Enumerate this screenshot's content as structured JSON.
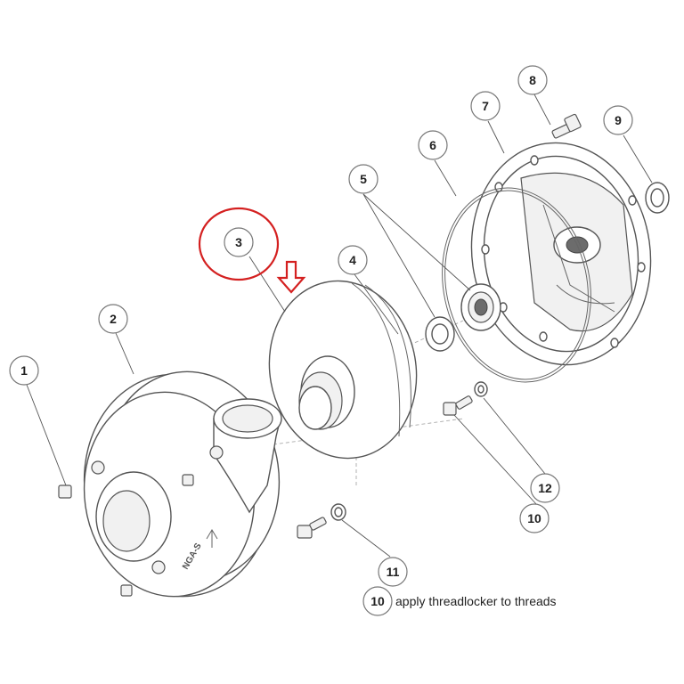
{
  "callouts": [
    {
      "id": "1",
      "label": "1"
    },
    {
      "id": "2",
      "label": "2"
    },
    {
      "id": "3",
      "label": "3"
    },
    {
      "id": "4",
      "label": "4"
    },
    {
      "id": "5",
      "label": "5"
    },
    {
      "id": "6",
      "label": "6"
    },
    {
      "id": "7",
      "label": "7"
    },
    {
      "id": "8",
      "label": "8"
    },
    {
      "id": "9",
      "label": "9"
    },
    {
      "id": "10a",
      "label": "10"
    },
    {
      "id": "10b",
      "label": "10"
    },
    {
      "id": "11",
      "label": "11"
    },
    {
      "id": "12",
      "label": "12"
    }
  ],
  "note": {
    "text": "apply threadlocker to threads"
  },
  "highlight": {
    "target_callout": "3",
    "color": "#d42020"
  },
  "colors": {
    "line": "#555555",
    "accent": "#d42020"
  }
}
